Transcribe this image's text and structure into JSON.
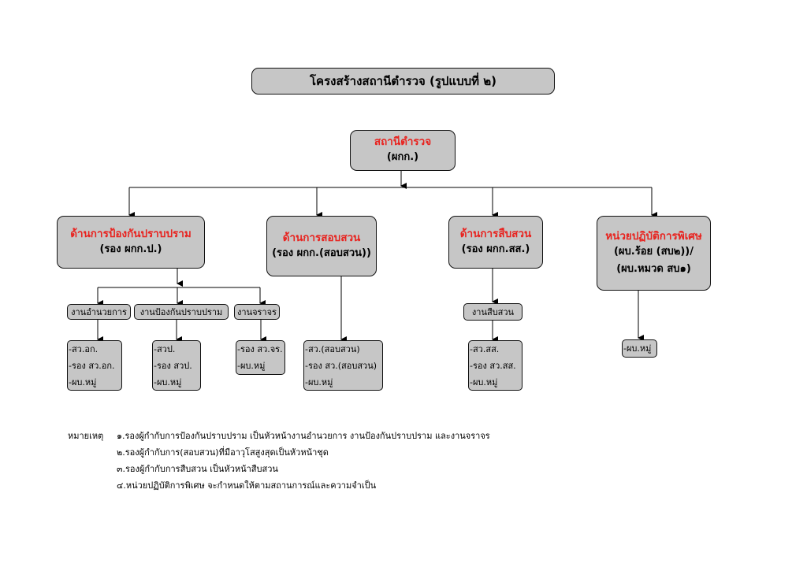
{
  "title": "โครงสร้างสถานีตำรวจ (รูปแบบที่ ๒)",
  "root": {
    "name": "สถานีตำรวจ",
    "sub": "(ผกก.)"
  },
  "branches": [
    {
      "name": "ด้านการป้องกันปราบปราม",
      "sub": [
        "(รอง ผกก.ป.)"
      ],
      "units": [
        {
          "name": "งานอำนวยการ",
          "staff": [
            "-สว.อก.",
            "-รอง สว.อก.",
            "-ผบ.หมู่"
          ]
        },
        {
          "name": "งานป้องกันปราบปราม",
          "staff": [
            "-สวป.",
            "-รอง สวป.",
            "-ผบ.หมู่"
          ]
        },
        {
          "name": "งานจราจร",
          "staff": [
            "-รอง สว.จร.",
            "-ผบ.หมู่"
          ]
        }
      ]
    },
    {
      "name": "ด้านการสอบสวน",
      "sub": [
        "(รอง ผกก.(สอบสวน))"
      ],
      "staff": [
        "-สว.(สอบสวน)",
        "-รอง สว.(สอบสวน)",
        "-ผบ.หมู่"
      ]
    },
    {
      "name": "ด้านการสืบสวน",
      "sub": [
        "(รอง ผกก.สส.)"
      ],
      "unit": "งานสืบสวน",
      "staff": [
        "-สว.สส.",
        "-รอง สว.สส.",
        "-ผบ.หมู่"
      ]
    },
    {
      "name": "หน่วยปฏิบัติการพิเศษ",
      "sub": [
        "(ผบ.ร้อย (สบ๒))/",
        "(ผบ.หมวด สบ๑)"
      ],
      "staff": [
        "-ผบ.หมู่"
      ]
    }
  ],
  "notes": {
    "label": "หมายเหตุ",
    "items": [
      "๑.รองผู้กำกับการป้องกันปราบปราม เป็นหัวหน้างานอำนวยการ งานป้องกันปราบปราม และงานจราจร",
      "๒.รองผู้กำกับการ(สอบสวน)ที่มีอาวุโสสูงสุดเป็นหัวหน้าชุด",
      "๓.รองผู้กำกับการสืบสวน  เป็นหัวหน้าสืบสวน",
      "๔.หน่วยปฏิบัติการพิเศษ จะกำหนดให้ตามสถานการณ์และความจำเป็น"
    ]
  }
}
